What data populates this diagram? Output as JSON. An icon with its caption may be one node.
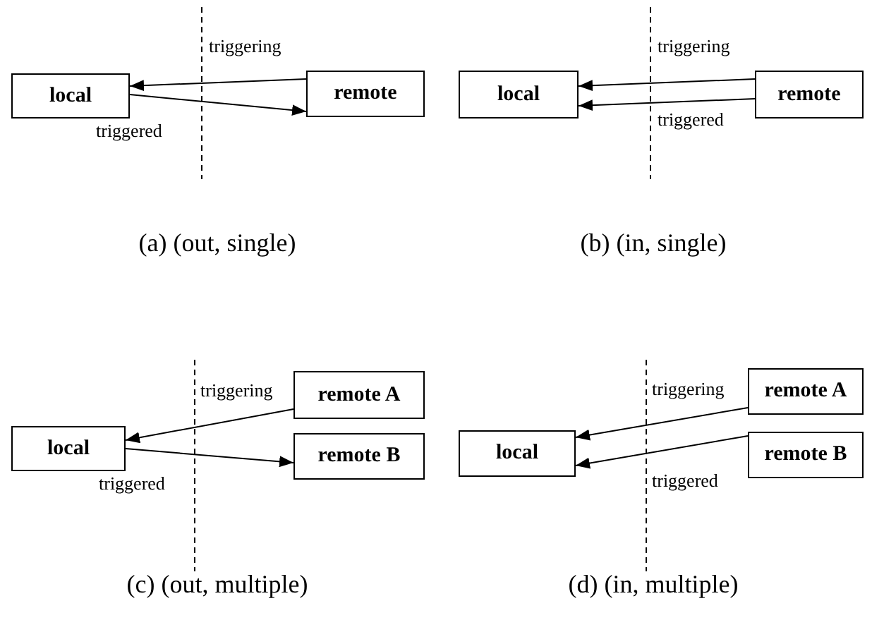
{
  "diagram": {
    "nodes": [
      {
        "text": [
          "local"
        ]
      },
      {
        "text": [
          "remote"
        ]
      },
      {
        "text": [
          "local"
        ]
      },
      {
        "text": [
          "remote"
        ]
      },
      {
        "text": [
          "local"
        ]
      },
      {
        "text": [
          "remote A"
        ]
      },
      {
        "text": [
          "remote B"
        ]
      },
      {
        "text": [
          "local"
        ]
      },
      {
        "text": [
          "remote A"
        ]
      },
      {
        "text": [
          "remote B"
        ]
      }
    ],
    "edges": [
      {
        "from": 1,
        "to": 0,
        "arrow": "to",
        "label": "triggering"
      },
      {
        "from": 0,
        "to": 1,
        "arrow": "to",
        "label": "triggered"
      },
      {
        "from": 3,
        "to": 2,
        "arrow": "to",
        "label": "triggering"
      },
      {
        "from": 3,
        "to": 2,
        "arrow": "to",
        "label": "triggered"
      },
      {
        "from": 5,
        "to": 4,
        "arrow": "to",
        "label": "triggering"
      },
      {
        "from": 4,
        "to": 6,
        "arrow": "to",
        "label": "triggered"
      },
      {
        "from": 8,
        "to": 7,
        "arrow": "to",
        "label": "triggering"
      },
      {
        "from": 9,
        "to": 7,
        "arrow": "to",
        "label": "triggered"
      }
    ],
    "labels": [
      "(a) (out, single)",
      "(b) (in, single)",
      "(c) (out, multiple)",
      "(d) (in, multiple)"
    ]
  }
}
